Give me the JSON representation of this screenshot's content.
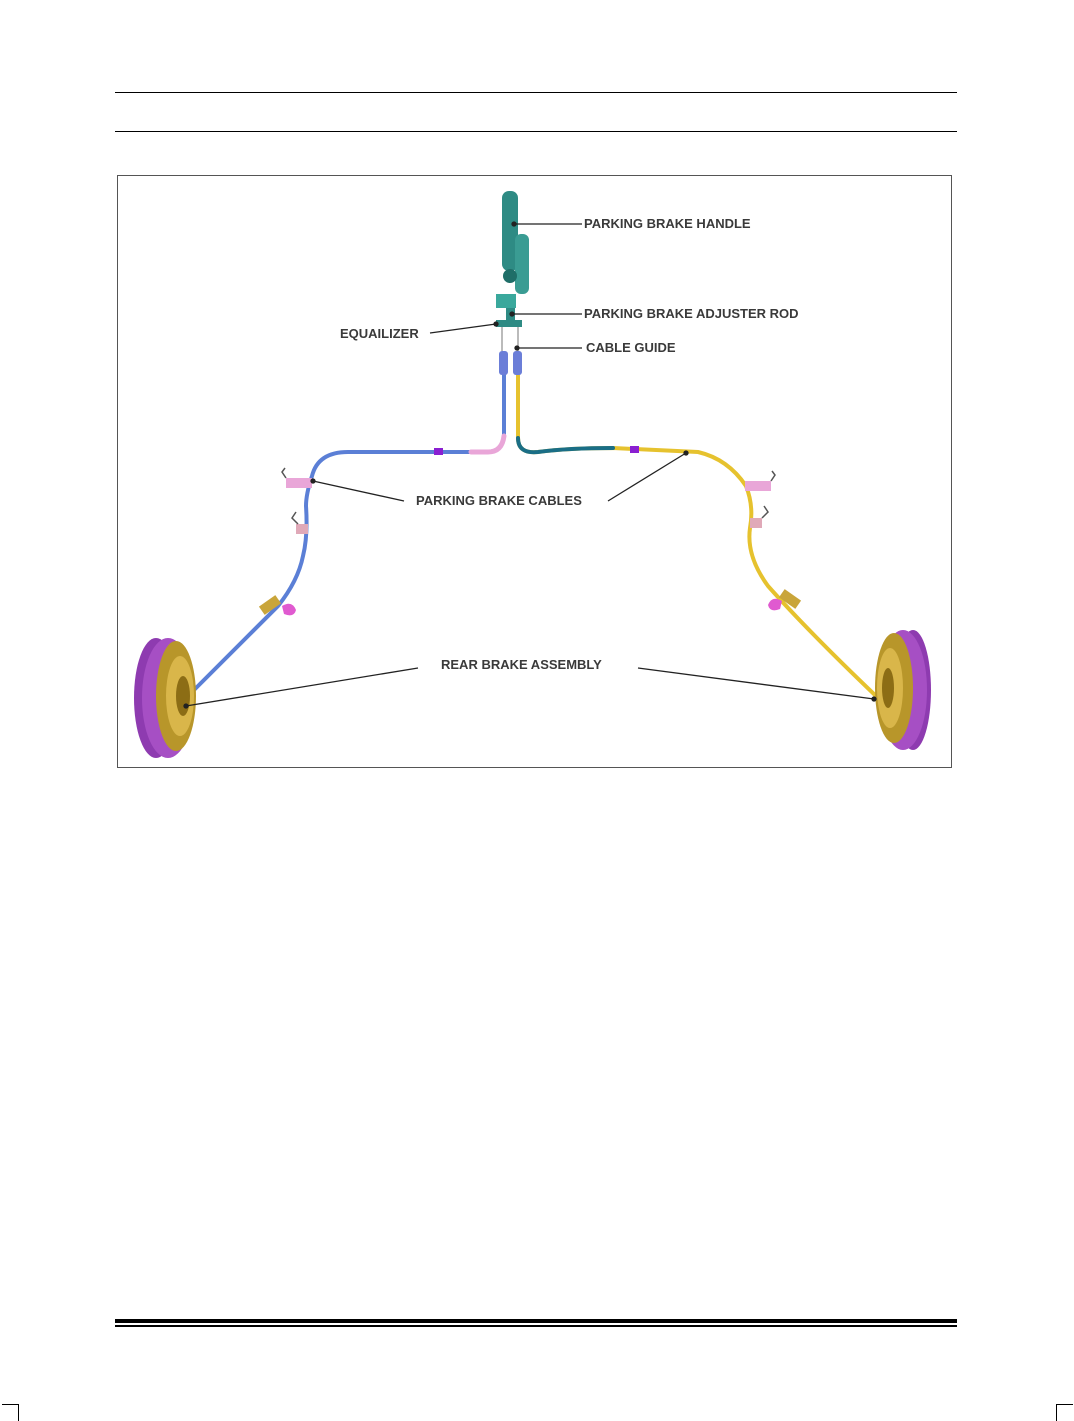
{
  "header": {},
  "figure": {
    "labels": {
      "handle": "PARKING BRAKE HANDLE",
      "adjuster_rod": "PARKING BRAKE ADJUSTER ROD",
      "equalizer": "EQUAILIZER",
      "cable_guide": "CABLE GUIDE",
      "cables": "PARKING BRAKE CABLES",
      "rear_brake": "REAR BRAKE ASSEMBLY"
    },
    "colors": {
      "handle": "#2e8b84",
      "left_cable": "#5b7fd6",
      "right_cable": "#e6c22e",
      "right_cable_front": "#1a6e86",
      "drum": "#a64fc4",
      "backing_plate": "#b8962a",
      "sleeve": "#e9a6d8",
      "clip": "#8a1fd1"
    }
  }
}
